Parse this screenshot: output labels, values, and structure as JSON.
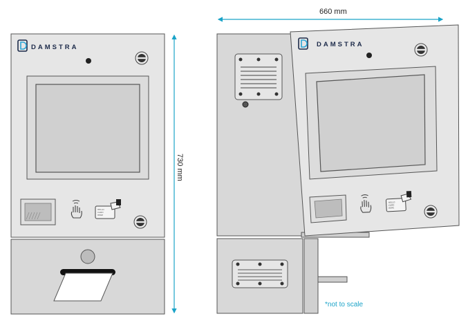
{
  "brand": {
    "name": "DAMSTRA"
  },
  "dimensions": {
    "width_label": "660 mm",
    "height_label": "730 mm"
  },
  "footnote": "*not to scale",
  "card_text": [
    "HELLO",
    "CARD",
    "HERE"
  ],
  "colors": {
    "panel": "#e6e6e6",
    "panel_dark": "#d8d8d8",
    "outline": "#555555",
    "dimension_line": "#1aa3c8",
    "footnote": "#1aa3c8",
    "brand": "#1d2b4a"
  },
  "icons": [
    "damstra-logo-icon",
    "camera-icon",
    "lock-icon",
    "nfc-tap-icon",
    "card-reader-icon",
    "vent-grille-icon",
    "ticket-slot-icon"
  ]
}
